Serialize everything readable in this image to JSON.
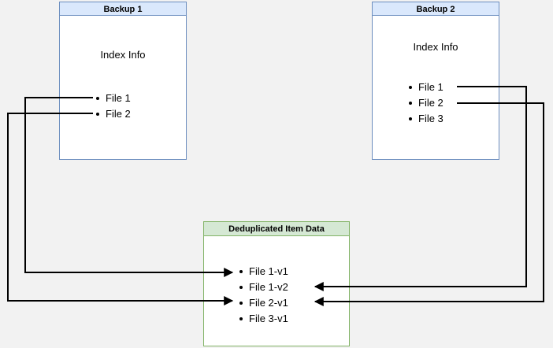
{
  "diagram": {
    "background_color": "#f2f2f2",
    "blue_fill": "#dae8fc",
    "blue_stroke": "#6c8ebf",
    "green_fill": "#d5e8d4",
    "green_stroke": "#82b366",
    "edge_color": "#000000"
  },
  "backup1": {
    "title": "Backup 1",
    "section_label": "Index Info",
    "files": [
      {
        "label": "File 1"
      },
      {
        "label": "File 2"
      }
    ]
  },
  "backup2": {
    "title": "Backup 2",
    "section_label": "Index Info",
    "files": [
      {
        "label": "File 1"
      },
      {
        "label": "File 2"
      },
      {
        "label": "File 3"
      }
    ]
  },
  "dedup": {
    "title": "Deduplicated Item Data",
    "files": [
      {
        "label": "File 1-v1"
      },
      {
        "label": "File 1-v2"
      },
      {
        "label": "File 2-v1"
      },
      {
        "label": "File 3-v1"
      }
    ]
  }
}
